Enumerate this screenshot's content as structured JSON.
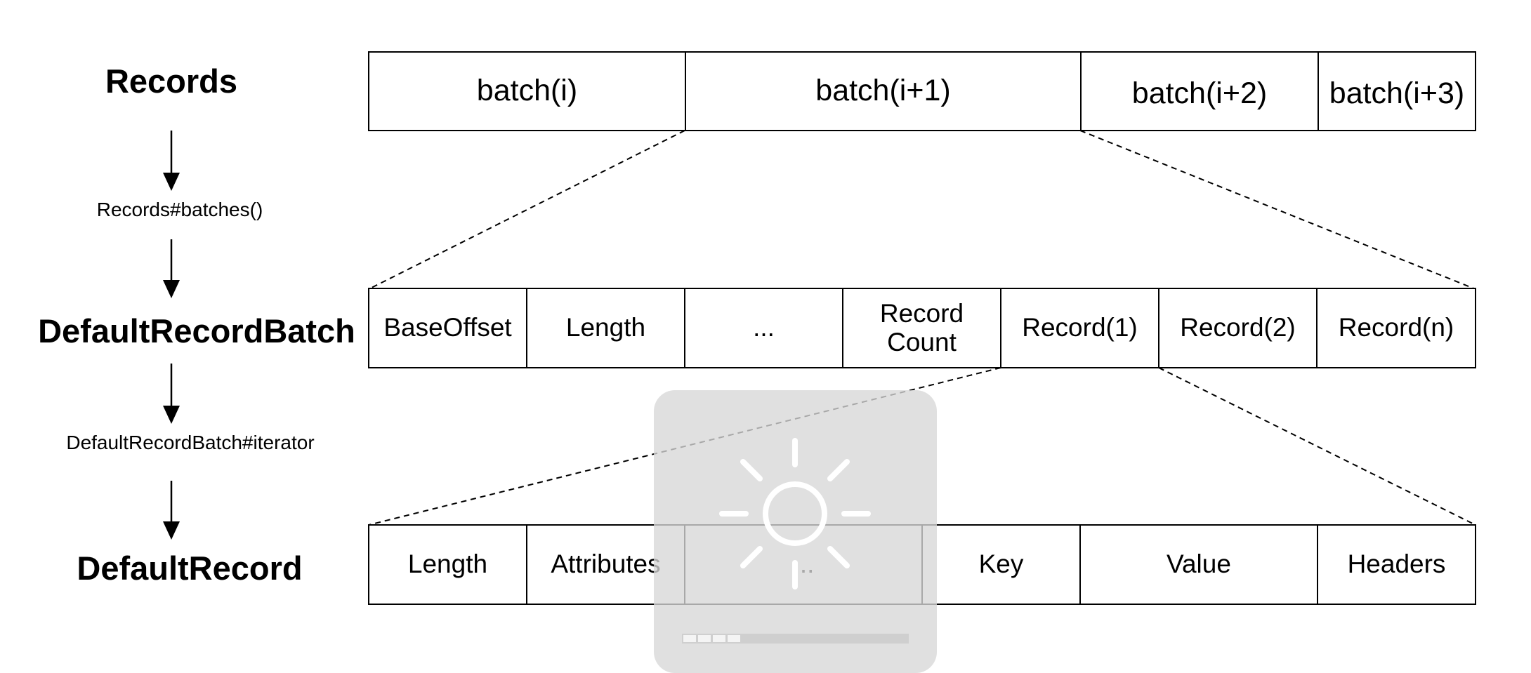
{
  "levels": {
    "records": {
      "title": "Records",
      "cells": [
        "batch(i)",
        "batch(i+1)",
        "batch(i+2)",
        "batch(i+3)"
      ]
    },
    "batch": {
      "title": "DefaultRecordBatch",
      "cells": [
        "BaseOffset",
        "Length",
        "...",
        "Record Count",
        "Record(1)",
        "Record(2)",
        "Record(n)"
      ]
    },
    "record": {
      "title": "DefaultRecord",
      "cells": [
        "Length",
        "Attributes",
        "...",
        "Key",
        "Value",
        "Headers"
      ]
    }
  },
  "methods": {
    "batches": "Records#batches()",
    "iterator": "DefaultRecordBatch#iterator"
  },
  "brightness_hud": {
    "icon": "brightness-sun-icon",
    "level_fraction": 0.25
  },
  "colors": {
    "line": "#000000",
    "background": "#ffffff",
    "hud": "#d7d7d7"
  }
}
